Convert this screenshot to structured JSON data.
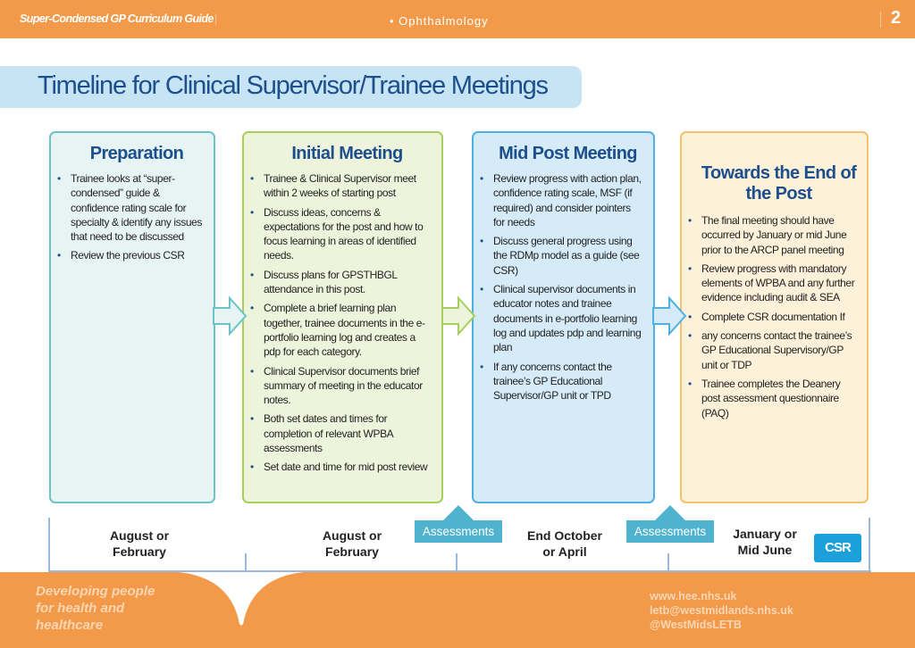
{
  "header": {
    "guide_title": "Super-Condensed GP Curriculum Guide",
    "guide_sep": "|",
    "section": "• Ophthalmology",
    "page_number": "2"
  },
  "title": "Timeline for Clinical Supervisor/Trainee Meetings",
  "columns": {
    "preparation": {
      "heading": "Preparation",
      "items": [
        "Trainee looks at “super-condensed” guide & confidence rating scale for specialty & identify any issues that need to be discussed",
        "Review the previous CSR"
      ]
    },
    "initial": {
      "heading": "Initial Meeting",
      "items": [
        "Trainee & Clinical Supervisor meet within 2 weeks of starting post",
        "Discuss ideas, concerns & expectations for the post and how to focus learning in areas of identified needs.",
        "Discuss plans for GPSTHBGL attendance in this post.",
        "Complete a brief learning plan together, trainee documents in the e-portfolio learning log and creates a pdp for each category.",
        "Clinical Supervisor documents brief summary of meeting in the educator notes.",
        "Both set dates and times for completion of relevant WPBA assessments",
        "Set date and time for mid post review"
      ]
    },
    "mid": {
      "heading": "Mid Post Meeting",
      "items": [
        "Review progress with action plan, confidence rating scale, MSF (if required) and consider pointers for needs",
        "Discuss general progress using the RDMp model as a guide (see CSR)",
        "Clinical supervisor documents in educator notes and trainee documents in e-portfolio learning log and updates pdp and learning plan",
        "If any concerns contact the trainee’s GP Educational Supervisor/GP unit or TPD"
      ]
    },
    "end": {
      "heading": "Towards the End of the Post",
      "items": [
        "The final meeting should have occurred by January or mid June prior to the ARCP panel meeting",
        "Review progress with mandatory elements of WPBA and any further evidence including audit & SEA",
        "Complete CSR documentation If",
        "any concerns contact the trainee’s GP Educational Supervisory/GP unit or TDP",
        "Trainee completes the Deanery post assessment questionnaire (PAQ)"
      ]
    }
  },
  "timeline": {
    "labels": [
      {
        "line1": "August or",
        "line2": "February"
      },
      {
        "line1": "August or",
        "line2": "February"
      },
      {
        "line1": "End October",
        "line2": "or April"
      },
      {
        "line1": "January or",
        "line2": "Mid June"
      }
    ],
    "assessments_label_1": "Assessments",
    "assessments_label_2": "Assessments",
    "csr_label": "CSR"
  },
  "footer": {
    "slogan_line1": "Developing people",
    "slogan_line2": "for health and",
    "slogan_line3": "healthcare",
    "website": "www.hee.nhs.uk",
    "email": "letb@westmidlands.nhs.uk",
    "twitter": "@WestMidsLETB"
  },
  "colors": {
    "orange": "#f29a4a",
    "navy": "#1c4f8c",
    "teal_border": "#6cc3c6",
    "green_border": "#a6cf5c",
    "blue_border": "#4fb0e2",
    "amber_border": "#f5c269"
  },
  "icons": [
    "arrow-right-icon"
  ]
}
